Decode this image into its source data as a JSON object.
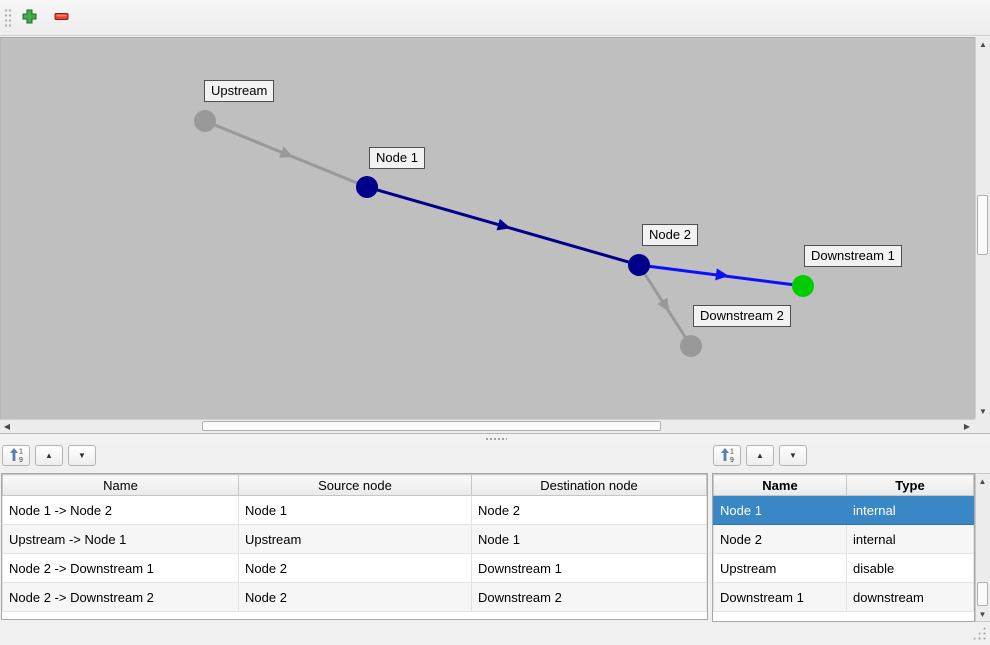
{
  "toolbar": {
    "add_icon": "add-node",
    "remove_icon": "remove-node"
  },
  "icons": {
    "up_triangle": "▲",
    "down_triangle": "▼",
    "left_triangle": "◀",
    "right_triangle": "▶",
    "sort_top_digit": "1",
    "sort_bottom_digit": "9"
  },
  "colors": {
    "canvas_bg": "#bfbfbf",
    "selection_blue": "#3987c5",
    "node_gray": "#999999",
    "node_navy": "#00008b",
    "node_green": "#00cc00",
    "edge_bright_blue": "#0d0dff"
  },
  "graph": {
    "nodes": [
      {
        "label": "Upstream",
        "color": "#999999"
      },
      {
        "label": "Node 1",
        "color": "#00008b"
      },
      {
        "label": "Node 2",
        "color": "#00008b"
      },
      {
        "label": "Downstream 1",
        "color": "#00cc00"
      },
      {
        "label": "Downstream 2",
        "color": "#999999"
      }
    ],
    "edges": [
      {
        "name": "Upstream -> Node 1",
        "color": "#999999"
      },
      {
        "name": "Node 1 -> Node 2",
        "color": "#00008b"
      },
      {
        "name": "Node 2 -> Downstream 1",
        "color": "#0d0dff"
      },
      {
        "name": "Node 2 -> Downstream 2",
        "color": "#999999"
      }
    ]
  },
  "edges_panel": {
    "headers": {
      "name": "Name",
      "source": "Source node",
      "destination": "Destination node"
    },
    "rows": [
      {
        "name": "Node 1 -> Node 2",
        "source": "Node 1",
        "destination": "Node 2"
      },
      {
        "name": "Upstream -> Node 1",
        "source": "Upstream",
        "destination": "Node 1"
      },
      {
        "name": "Node 2 -> Downstream 1",
        "source": "Node 2",
        "destination": "Downstream 1"
      },
      {
        "name": "Node 2 -> Downstream 2",
        "source": "Node 2",
        "destination": "Downstream 2"
      }
    ]
  },
  "nodes_panel": {
    "headers": {
      "name": "Name",
      "type": "Type"
    },
    "selected_row": 0,
    "rows": [
      {
        "name": "Node 1",
        "type": "internal",
        "selected": true
      },
      {
        "name": "Node 2",
        "type": "internal",
        "selected": false
      },
      {
        "name": "Upstream",
        "type": "disable",
        "selected": false
      },
      {
        "name": "Downstream 1",
        "type": "downstream",
        "selected": false
      }
    ]
  }
}
